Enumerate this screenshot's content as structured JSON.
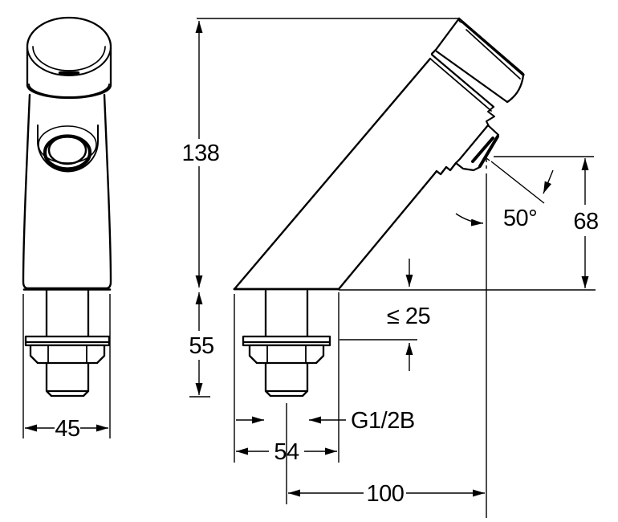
{
  "drawing": {
    "kind": "technical dimension drawing",
    "subject": "self-closing pillar tap, front and side views",
    "colors": {
      "line": "#000000",
      "background": "#ffffff"
    },
    "labels": {
      "height": "138",
      "shank_length": "55",
      "front_width": "45",
      "base_depth": "54",
      "spout_reach": "100",
      "outlet_height": "68",
      "spout_angle": "50°",
      "max_deck_thickness": "≤ 25",
      "thread": "G1/2B"
    }
  }
}
